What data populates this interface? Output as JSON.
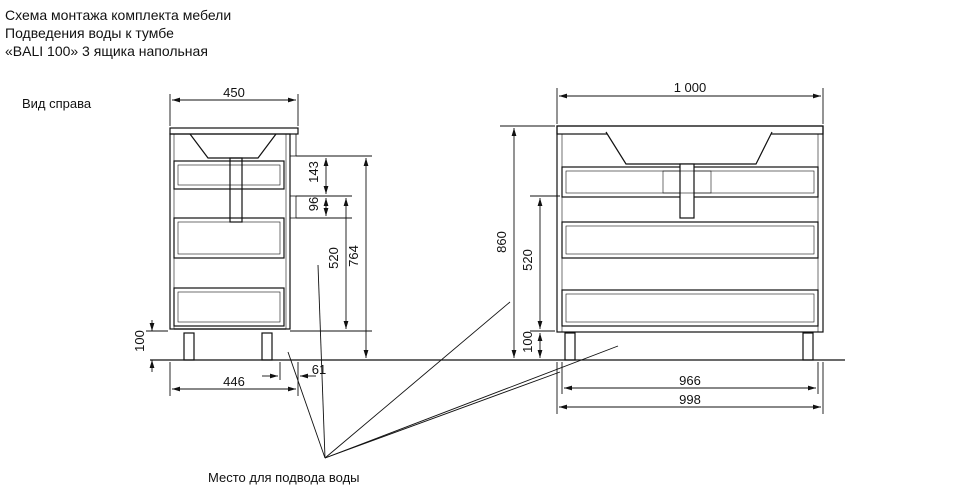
{
  "title": {
    "line1": "Схема монтажа комплекта мебели",
    "line2": "Подведения воды к тумбе",
    "line3": "«BALI 100» 3 ящика напольная"
  },
  "side_view": {
    "label": "Вид справа",
    "dims": {
      "width_top": "450",
      "h_143": "143",
      "h_96": "96",
      "h_520": "520",
      "h_764": "764",
      "h_100": "100",
      "w_446": "446",
      "w_61": "61"
    }
  },
  "front_view": {
    "dims": {
      "width_top": "1 000",
      "h_860": "860",
      "h_520": "520",
      "h_100": "100",
      "w_966": "966",
      "w_998": "998"
    }
  },
  "callout": {
    "water_label": "Место для подвода воды"
  }
}
